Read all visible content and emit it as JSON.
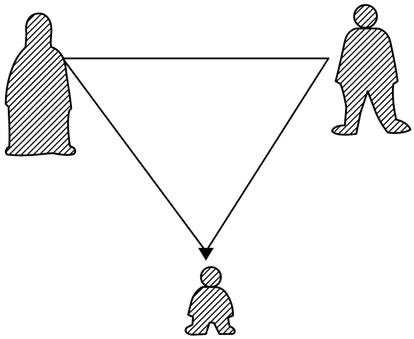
{
  "diagram": {
    "figures": [
      {
        "id": "figure-left",
        "icon": "robed-figure-icon"
      },
      {
        "id": "figure-right",
        "icon": "adult-figure-icon"
      },
      {
        "id": "figure-bottom",
        "icon": "child-figure-icon"
      }
    ],
    "connector_shape": "inverted-triangle",
    "arrow_direction": "down",
    "colors": {
      "background": "#ffffff",
      "ink": "#000000"
    }
  }
}
